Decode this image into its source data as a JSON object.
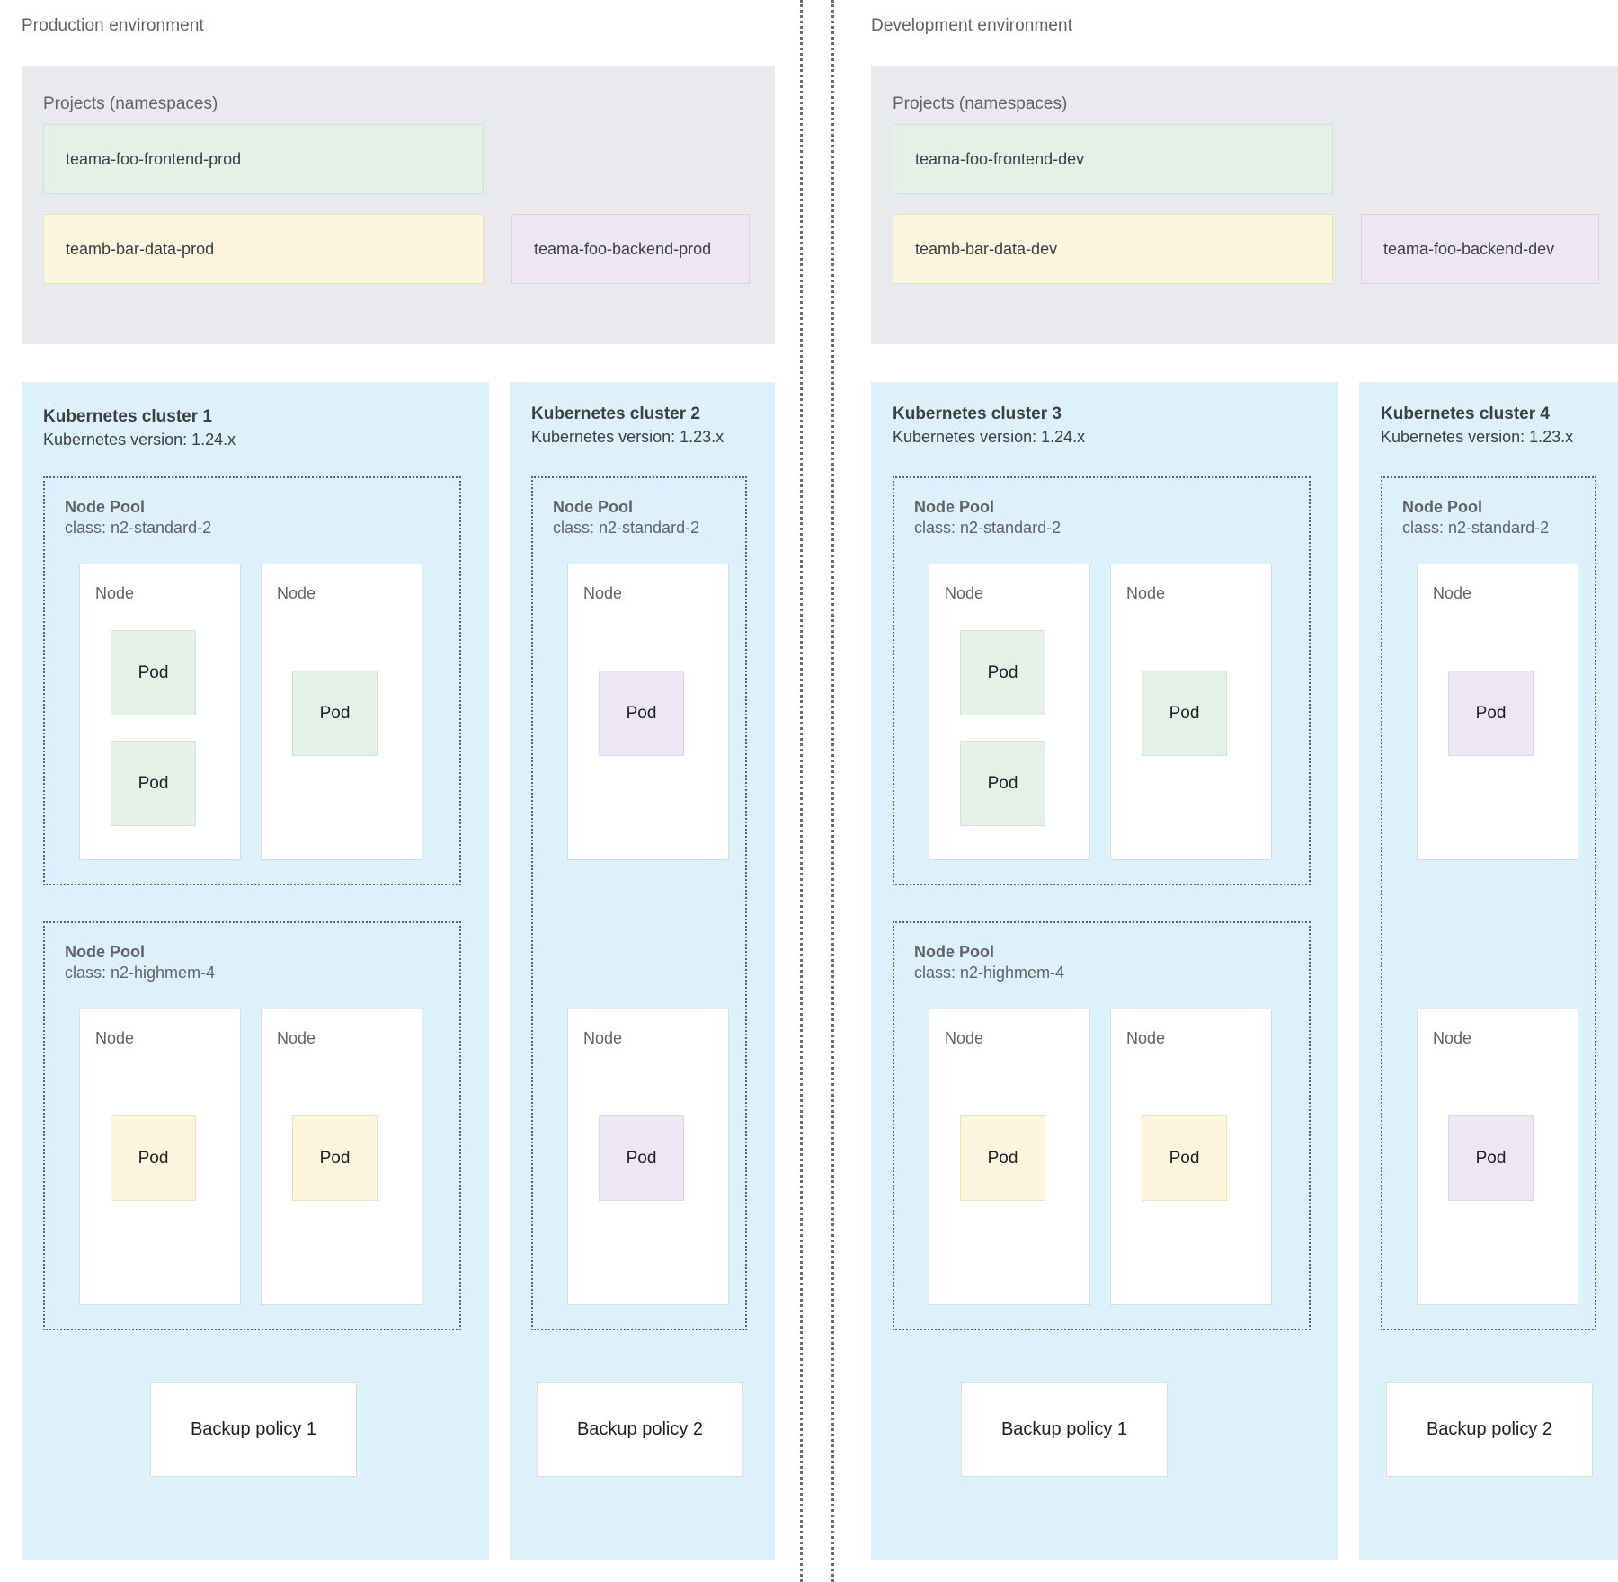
{
  "environments": [
    {
      "name": "Production environment",
      "projects_title": "Projects (namespaces)",
      "namespaces": [
        {
          "label": "teama-foo-frontend-prod",
          "color": "green"
        },
        {
          "label": "teamb-bar-data-prod",
          "color": "yellow"
        },
        {
          "label": "teama-foo-backend-prod",
          "color": "purple"
        }
      ],
      "clusters": [
        {
          "title": "Kubernetes cluster 1",
          "version": "Kubernetes version: 1.24.x",
          "pools": [
            {
              "title": "Node Pool",
              "class": "class: n2-standard-2"
            },
            {
              "title": "Node Pool",
              "class": "class: n2-highmem-4"
            }
          ],
          "node_label": "Node",
          "pod_label": "Pod",
          "backup": "Backup policy 1"
        },
        {
          "title": "Kubernetes cluster 2",
          "version": "Kubernetes version: 1.23.x",
          "pools": [
            {
              "title": "Node Pool",
              "class": "class: n2-standard-2"
            }
          ],
          "node_label": "Node",
          "pod_label": "Pod",
          "backup": "Backup policy 2"
        }
      ]
    },
    {
      "name": "Development environment",
      "projects_title": "Projects (namespaces)",
      "namespaces": [
        {
          "label": "teama-foo-frontend-dev",
          "color": "green"
        },
        {
          "label": "teamb-bar-data-dev",
          "color": "yellow"
        },
        {
          "label": "teama-foo-backend-dev",
          "color": "purple"
        }
      ],
      "clusters": [
        {
          "title": "Kubernetes cluster 3",
          "version": "Kubernetes version: 1.24.x",
          "pools": [
            {
              "title": "Node Pool",
              "class": "class: n2-standard-2"
            },
            {
              "title": "Node Pool",
              "class": "class: n2-highmem-4"
            }
          ],
          "node_label": "Node",
          "pod_label": "Pod",
          "backup": "Backup policy 1"
        },
        {
          "title": "Kubernetes cluster 4",
          "version": "Kubernetes version: 1.23.x",
          "pools": [
            {
              "title": "Node Pool",
              "class": "class: n2-standard-2"
            }
          ],
          "node_label": "Node",
          "pod_label": "Pod",
          "backup": "Backup policy 2"
        }
      ]
    }
  ],
  "colors": {
    "cluster_bg": "#ddf1fc",
    "projects_bg": "#e8eaed",
    "green": "#e3f1e8",
    "yellow": "#fdf5dd",
    "purple": "#ece6f5",
    "text": "#3c4043",
    "muted": "#5f6368"
  }
}
